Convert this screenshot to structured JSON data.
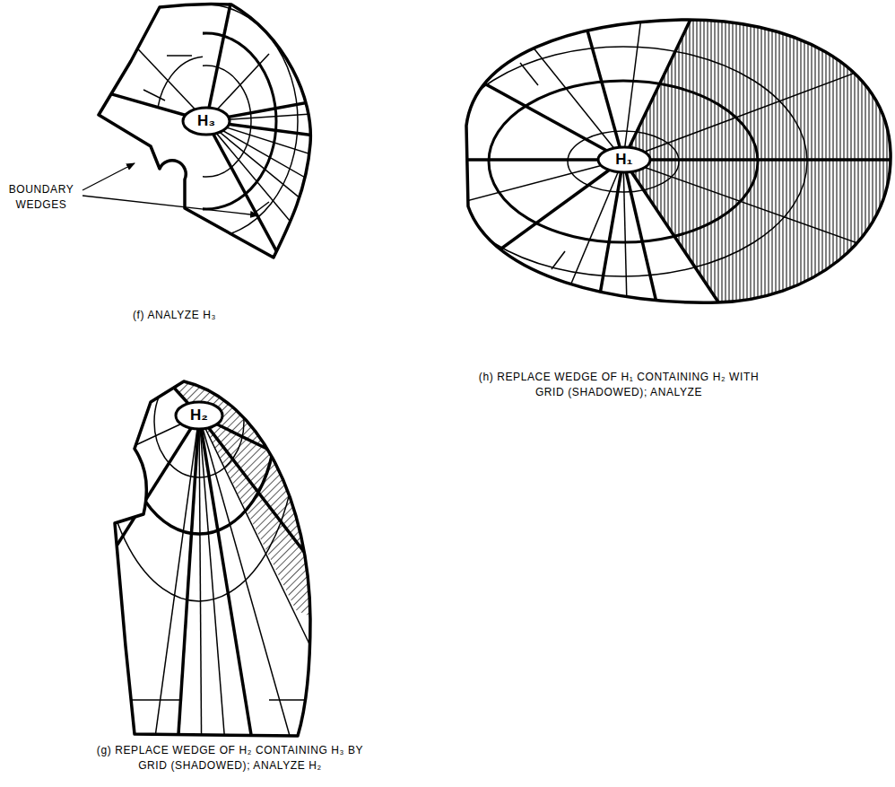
{
  "diagram": {
    "nodes": [
      {
        "text": [
          "H₃"
        ]
      },
      {
        "text": [
          "H₁"
        ]
      },
      {
        "text": [
          "H₂"
        ]
      }
    ],
    "labels": [
      "BOUNDARY WEDGES",
      "(f) ANALYZE H₃",
      "(h) REPLACE WEDGE OF H₁ CONTAINING H₂ WITH GRID (SHADOWED); ANALYZE",
      "(g) REPLACE WEDGE OF H₂ CONTAINING H₃ BY GRID (SHADOWED); ANALYZE H₂"
    ]
  }
}
